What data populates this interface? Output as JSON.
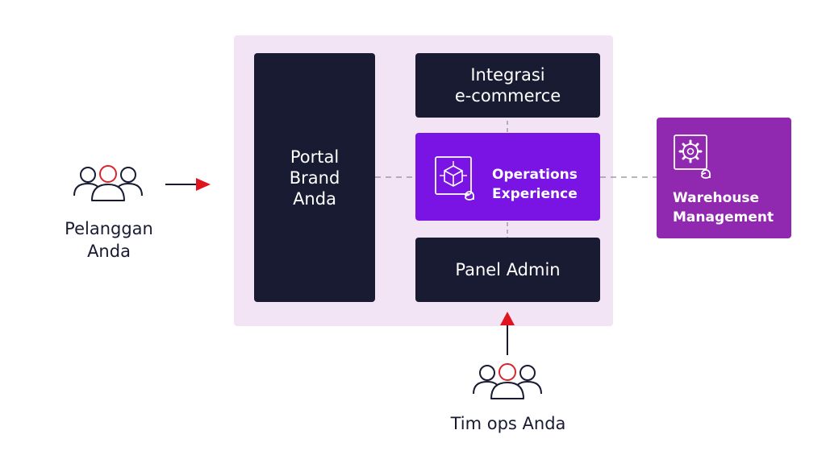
{
  "customer_group": {
    "label": "Pelanggan\nAnda",
    "icon": "people-group-icon"
  },
  "ops_team_group": {
    "label": "Tim ops Anda",
    "icon": "people-group-icon"
  },
  "portal": {
    "label": "Portal\nBrand\nAnda"
  },
  "integration": {
    "label": "Integrasi\ne-commerce"
  },
  "operations_experience": {
    "label": "Operations\nExperience",
    "icon": "cube-gear-icon"
  },
  "admin_panel": {
    "label": "Panel Admin"
  },
  "warehouse_management": {
    "label": "Warehouse\nManagement",
    "icon": "gear-logo-icon"
  },
  "colors": {
    "panel_bg": "#f2e4f5",
    "dark_box": "#191b33",
    "operations": "#7a14e5",
    "warehouse": "#9129b0",
    "arrow": "#e0141e",
    "person_highlight": "#d9262c"
  }
}
